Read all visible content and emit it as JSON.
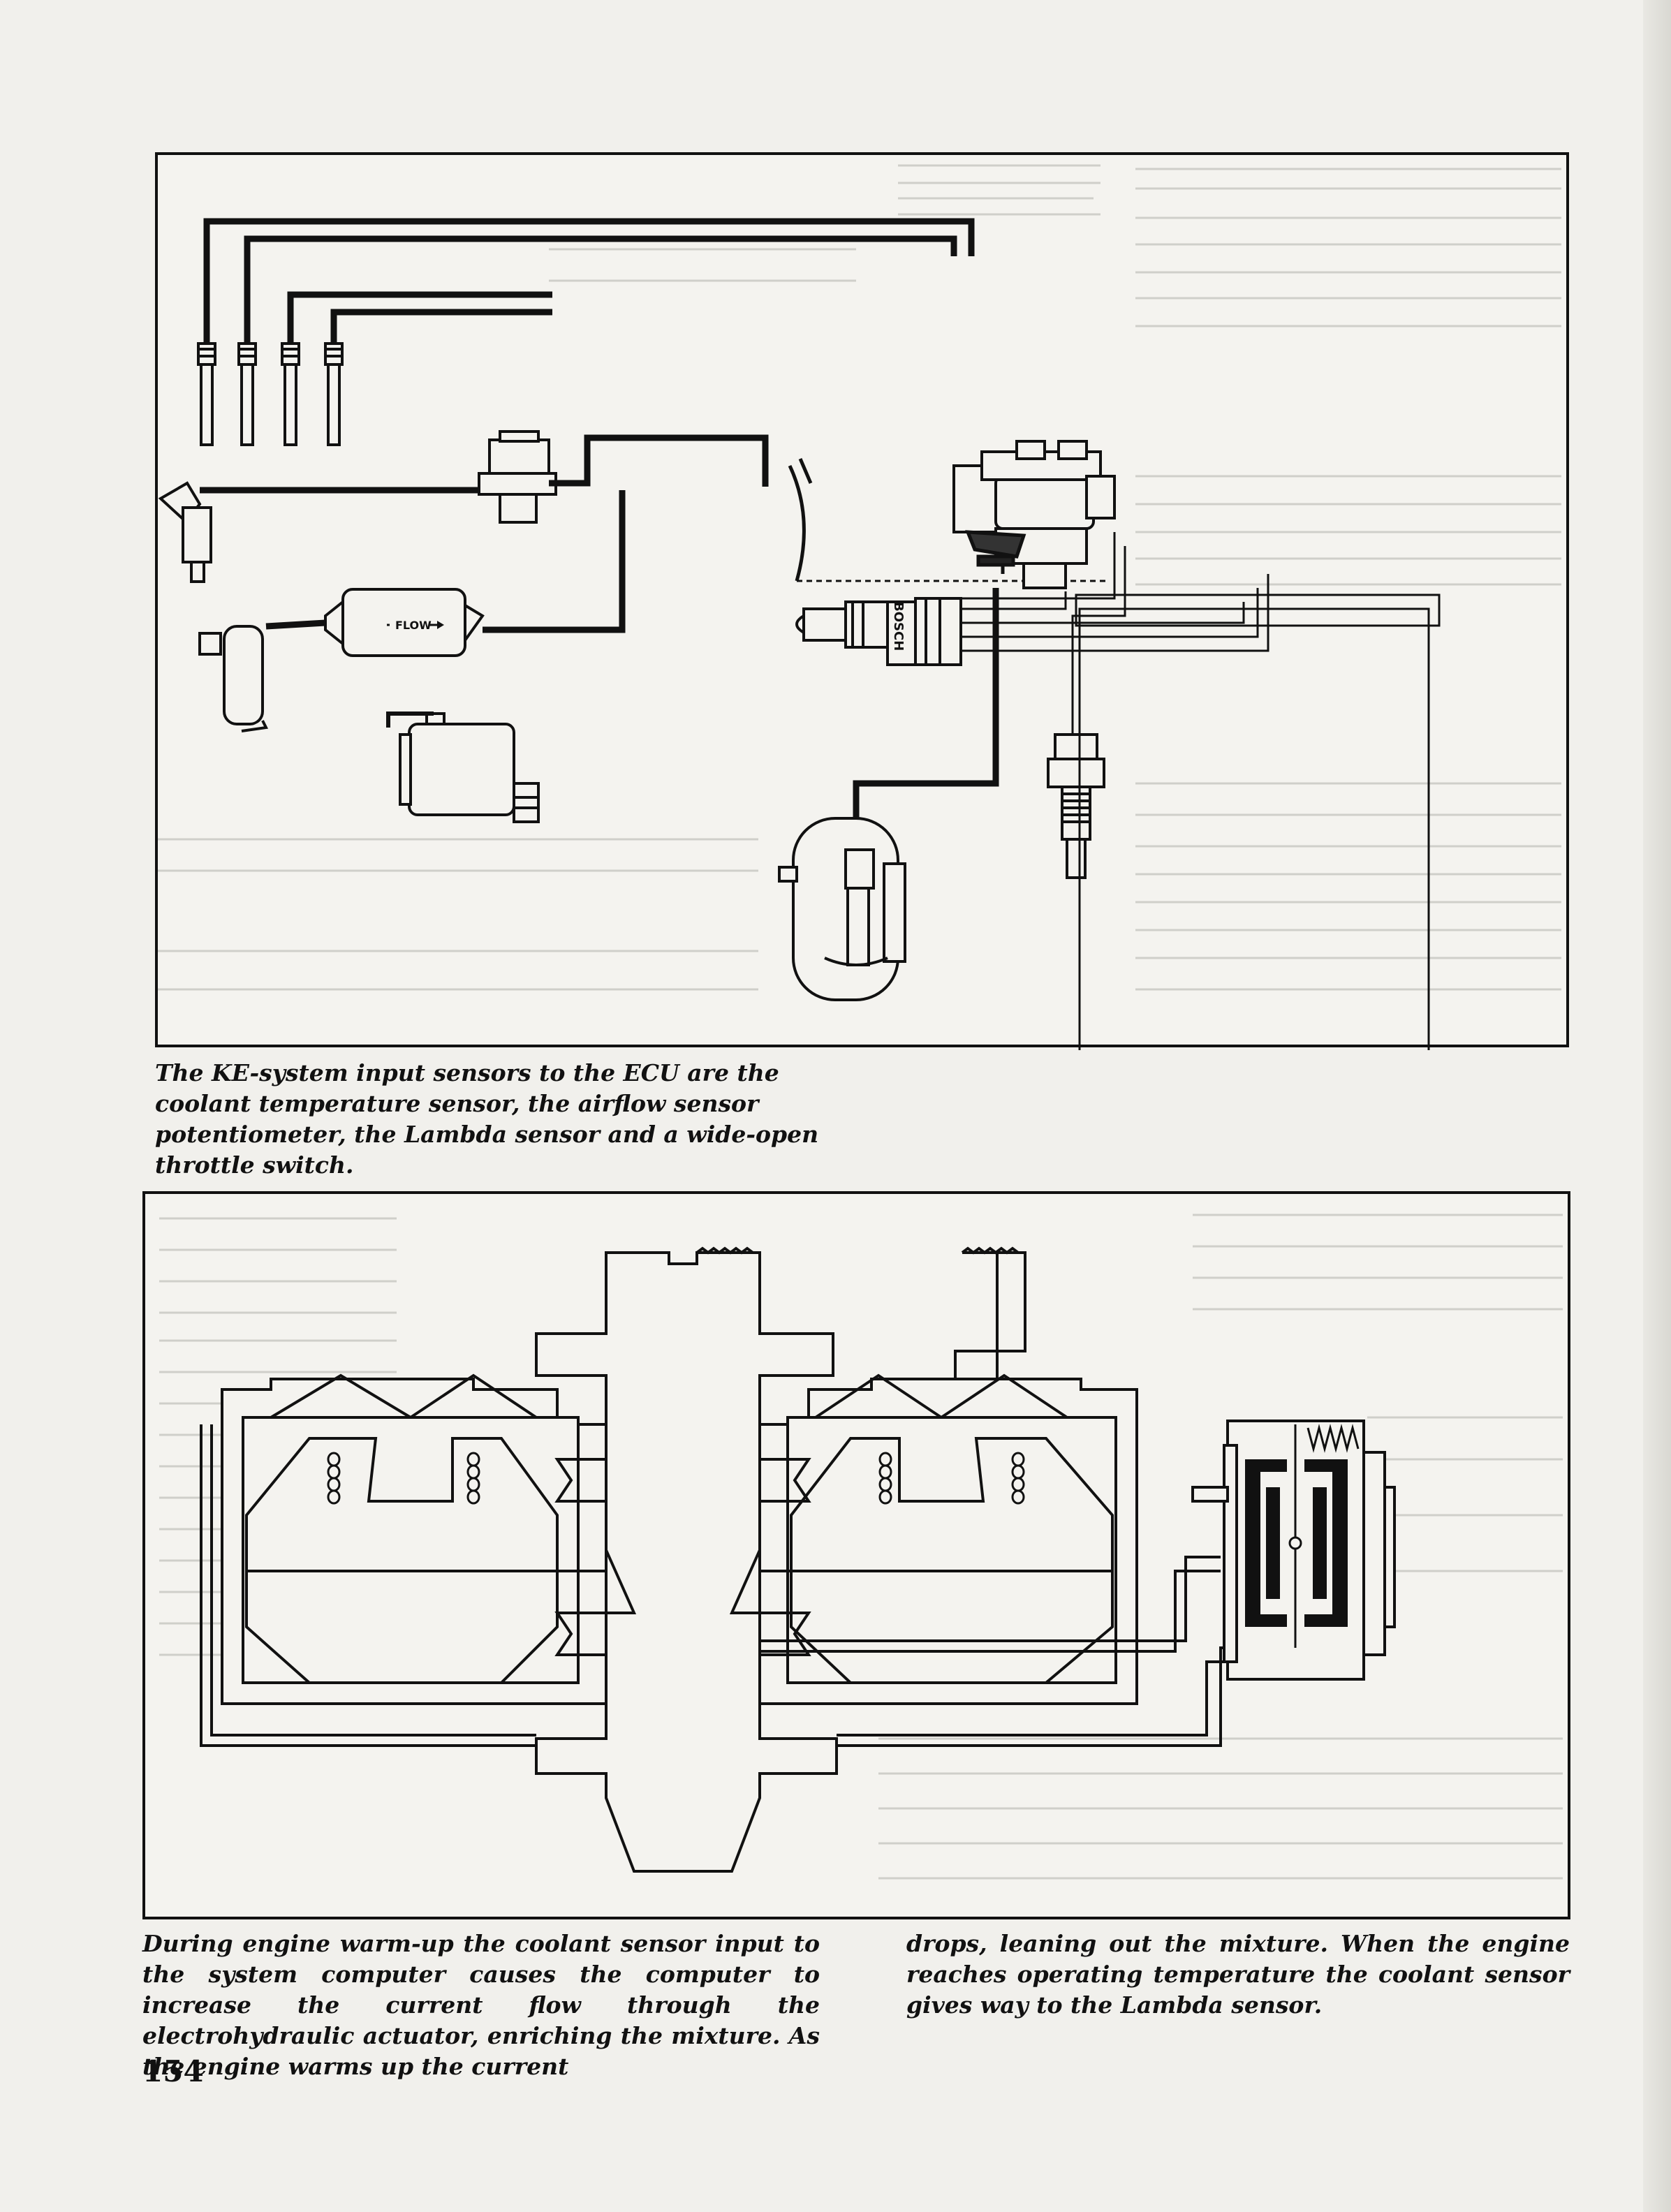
{
  "figure1": {
    "labels": {
      "flow_meter": "FLOW",
      "lambda_brand": "BOSCH"
    },
    "caption": "The KE-system input sensors to the ECU are the coolant temperature sensor, the airflow sensor potentiometer, the Lambda sensor and a wide-open throttle switch."
  },
  "figure2": {
    "caption_left": "During engine warm-up the coolant sensor input to the system computer causes the computer to increase the current flow through the electrohydraulic actuator, enriching the mixture. As the engine warms up the current",
    "caption_right": "drops, leaning out the mixture. When the engine reaches operating temperature the coolant sensor gives way to the Lambda sensor."
  },
  "page_number": "154",
  "colors": {
    "paper": "#f1f0ec",
    "ink": "#111111",
    "bleed_through": "#cfcfca"
  }
}
